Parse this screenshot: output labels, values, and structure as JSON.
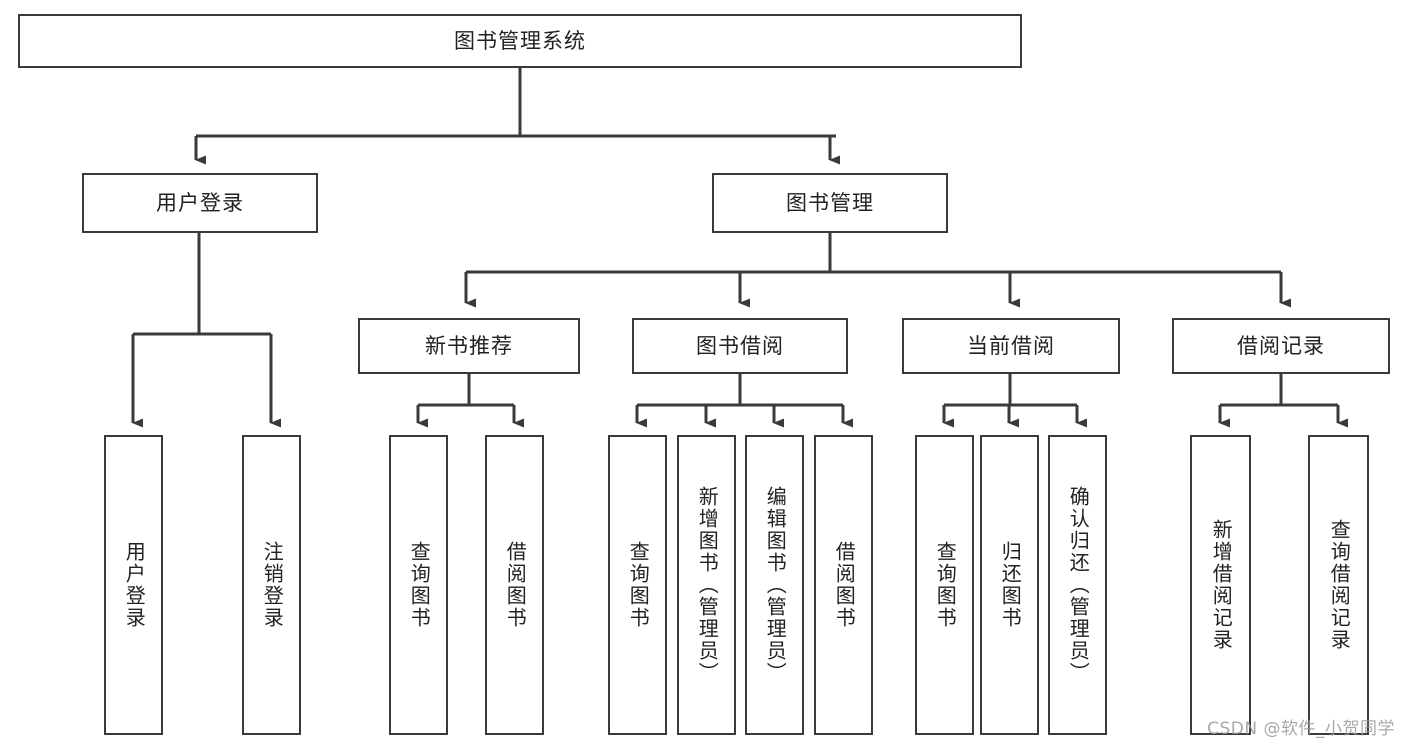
{
  "diagram": {
    "type": "tree",
    "title": "图书管理系统",
    "root": {
      "label": "图书管理系统"
    },
    "level1": [
      {
        "label": "用户登录"
      },
      {
        "label": "图书管理"
      }
    ],
    "level2": [
      {
        "label": "新书推荐",
        "parent": "图书管理"
      },
      {
        "label": "图书借阅",
        "parent": "图书管理"
      },
      {
        "label": "当前借阅",
        "parent": "图书管理"
      },
      {
        "label": "借阅记录",
        "parent": "图书管理"
      }
    ],
    "leaves": [
      {
        "label": "用户登录",
        "parent": "用户登录"
      },
      {
        "label": "注销登录",
        "parent": "用户登录"
      },
      {
        "label": "查询图书",
        "parent": "新书推荐"
      },
      {
        "label": "借阅图书",
        "parent": "新书推荐"
      },
      {
        "label": "查询图书",
        "parent": "图书借阅"
      },
      {
        "label": "新增图书（管理员）",
        "parent": "图书借阅"
      },
      {
        "label": "编辑图书（管理员）",
        "parent": "图书借阅"
      },
      {
        "label": "借阅图书",
        "parent": "图书借阅"
      },
      {
        "label": "查询图书",
        "parent": "当前借阅"
      },
      {
        "label": "归还图书",
        "parent": "当前借阅"
      },
      {
        "label": "确认归还（管理员）",
        "parent": "当前借阅"
      },
      {
        "label": "新增借阅记录",
        "parent": "借阅记录"
      },
      {
        "label": "查询借阅记录",
        "parent": "借阅记录"
      }
    ]
  },
  "watermark": {
    "text": "CSDN @软件_小贺同学"
  },
  "colors": {
    "stroke": "#3a3a3a",
    "background": "#ffffff",
    "text": "#222222",
    "watermark": "#9a9a9a"
  }
}
